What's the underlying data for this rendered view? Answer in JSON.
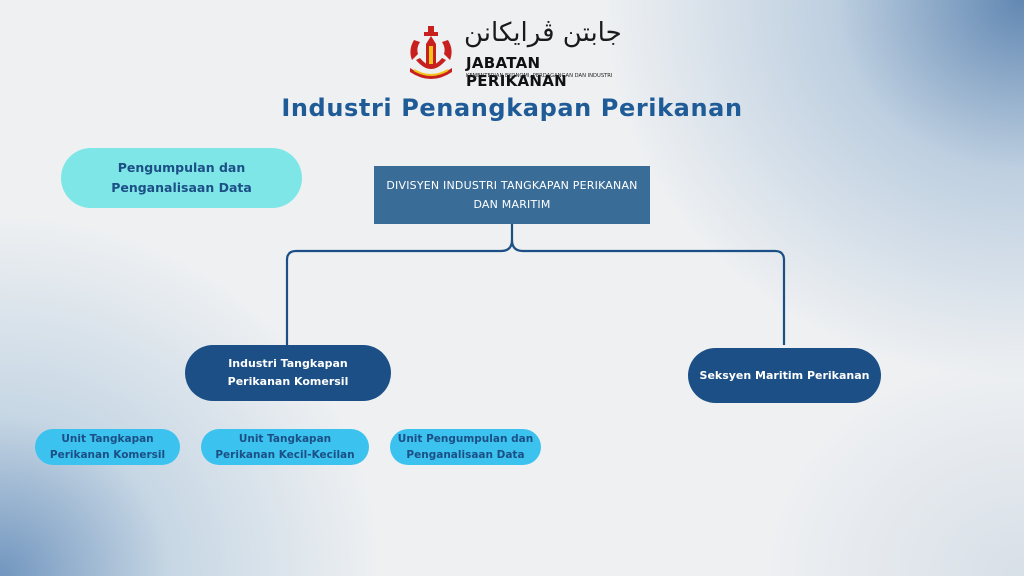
{
  "logo": {
    "arabic_text": "جابتن ڤرايكانن",
    "title": "JABATAN PERIKANAN",
    "subtitle": "KEMENTERIAN EKONOMI, PERDAGANGAN DAN INDUSTRI"
  },
  "page_title": "Industri Penangkapan Perikanan",
  "side_node": {
    "line1": "Pengumpulan dan",
    "line2": "Penganalisaan Data"
  },
  "root_node": {
    "line1": "DIVISYEN INDUSTRI TANGKAPAN PERIKANAN",
    "line2": "DAN MARITIM"
  },
  "branches": [
    {
      "line1": "Industri Tangkapan",
      "line2": "Perikanan Komersil"
    },
    {
      "line1": "Seksyen Maritim Perikanan"
    }
  ],
  "units": [
    {
      "line1": "Unit Tangkapan",
      "line2": "Perikanan Komersil"
    },
    {
      "line1": "Unit Tangkapan",
      "line2": "Perikanan Kecil-Kecilan"
    },
    {
      "line1": "Unit Pengumpulan dan",
      "line2": "Penganalisaan Data"
    }
  ],
  "colors": {
    "title": "#1f5c97",
    "root_box": "#396d98",
    "dark_pill": "#1b4f86",
    "side_pill": "#7ee6e6",
    "unit_pill": "#3cc2ef",
    "connector": "#1b4f86",
    "emblem_red": "#c8201f",
    "emblem_yellow": "#f3c419"
  }
}
